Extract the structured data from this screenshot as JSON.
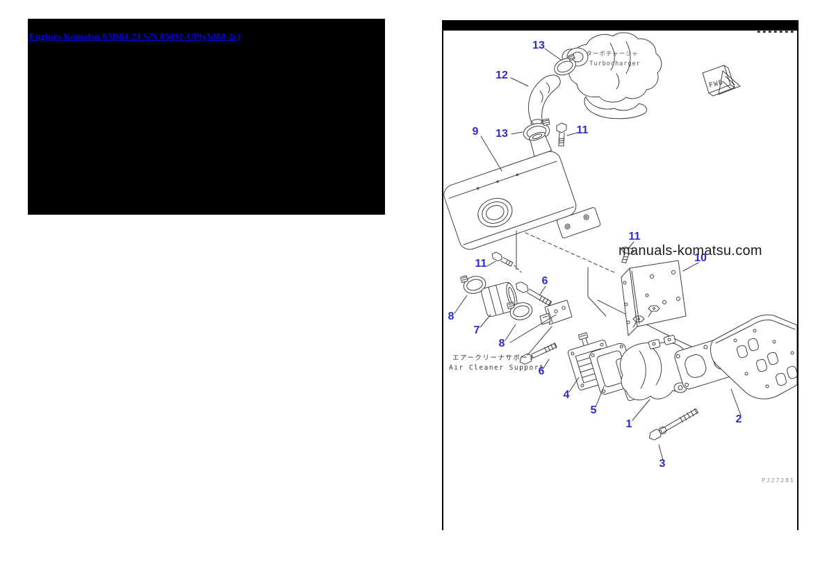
{
  "header": {
    "catalog_link": "Engines Komatsu S3D84-2J S/N 05091-UP(s3d84-2c)"
  },
  "diagram": {
    "watermark": "manuals-komatsu.com",
    "plate_code": "PJ27281",
    "fwd_badge": "FWD",
    "turbocharger_label_jp": "ターボチャージャ",
    "turbocharger_label_en": "Turbocharger",
    "air_cleaner_support_label_jp": "エアークリーナサポート",
    "air_cleaner_support_label_en": "Air Cleaner Support",
    "callouts": [
      {
        "text": "13"
      },
      {
        "text": "12"
      },
      {
        "text": "9"
      },
      {
        "text": "13"
      },
      {
        "text": "11"
      },
      {
        "text": "11"
      },
      {
        "text": "10"
      },
      {
        "text": "11"
      },
      {
        "text": "8"
      },
      {
        "text": "7"
      },
      {
        "text": "8"
      },
      {
        "text": "6"
      },
      {
        "text": "6"
      },
      {
        "text": "4"
      },
      {
        "text": "5"
      },
      {
        "text": "1"
      },
      {
        "text": "2"
      },
      {
        "text": "3"
      }
    ]
  },
  "colors": {
    "callout_blue": "#2a2acc",
    "link_blue": "#0100e6",
    "frame_black": "#000000",
    "line_gray": "#3d3d3d"
  }
}
